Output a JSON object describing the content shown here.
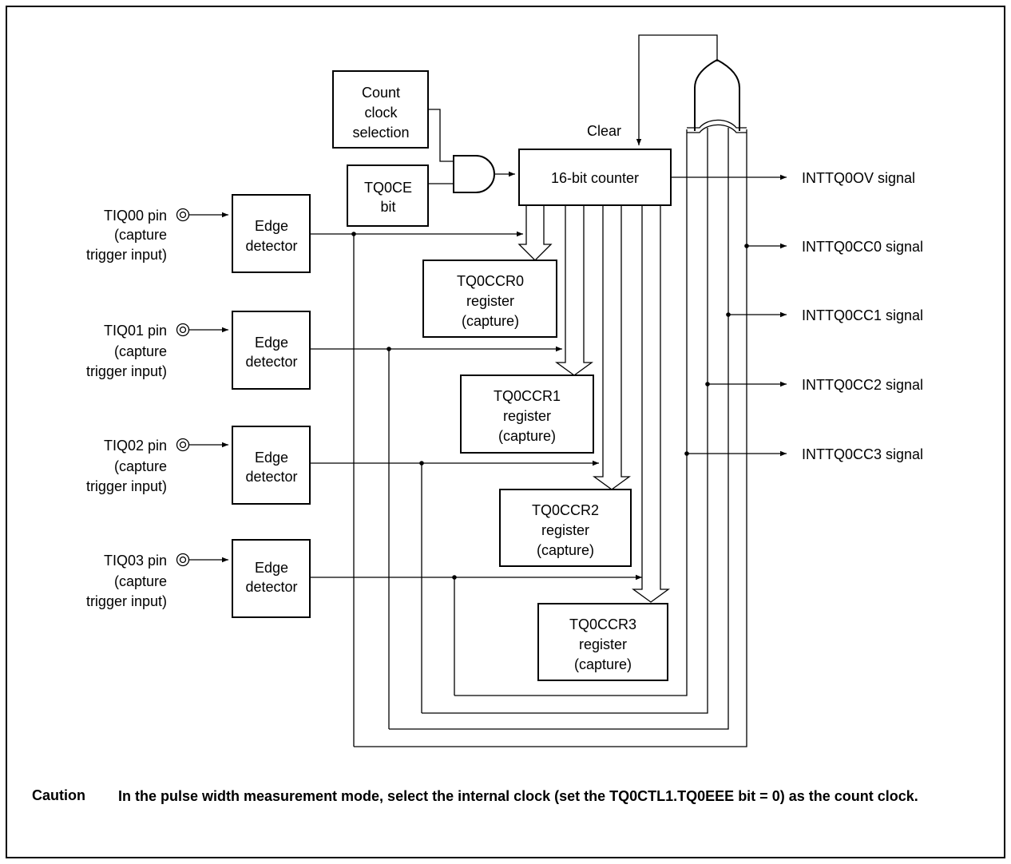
{
  "diagram": {
    "inputs": [
      {
        "pin": "TIQ00 pin",
        "line2": "(capture",
        "line3": "trigger input)"
      },
      {
        "pin": "TIQ01 pin",
        "line2": "(capture",
        "line3": "trigger input)"
      },
      {
        "pin": "TIQ02 pin",
        "line2": "(capture",
        "line3": "trigger input)"
      },
      {
        "pin": "TIQ03 pin",
        "line2": "(capture",
        "line3": "trigger input)"
      }
    ],
    "edge_detector": {
      "line1": "Edge",
      "line2": "detector"
    },
    "count_clock": {
      "line1": "Count",
      "line2": "clock",
      "line3": "selection"
    },
    "tq0ce": {
      "line1": "TQ0CE",
      "line2": "bit"
    },
    "counter_label": "16-bit counter",
    "clear_label": "Clear",
    "registers": [
      {
        "name": "TQ0CCR0",
        "line2": "register",
        "line3": "(capture)"
      },
      {
        "name": "TQ0CCR1",
        "line2": "register",
        "line3": "(capture)"
      },
      {
        "name": "TQ0CCR2",
        "line2": "register",
        "line3": "(capture)"
      },
      {
        "name": "TQ0CCR3",
        "line2": "register",
        "line3": "(capture)"
      }
    ],
    "outputs": [
      "INTTQ0OV signal",
      "INTTQ0CC0 signal",
      "INTTQ0CC1 signal",
      "INTTQ0CC2 signal",
      "INTTQ0CC3 signal"
    ]
  },
  "caution": {
    "label": "Caution",
    "text": "In the pulse width measurement mode, select the internal clock (set the TQ0CTL1.TQ0EEE bit = 0) as the count clock."
  }
}
